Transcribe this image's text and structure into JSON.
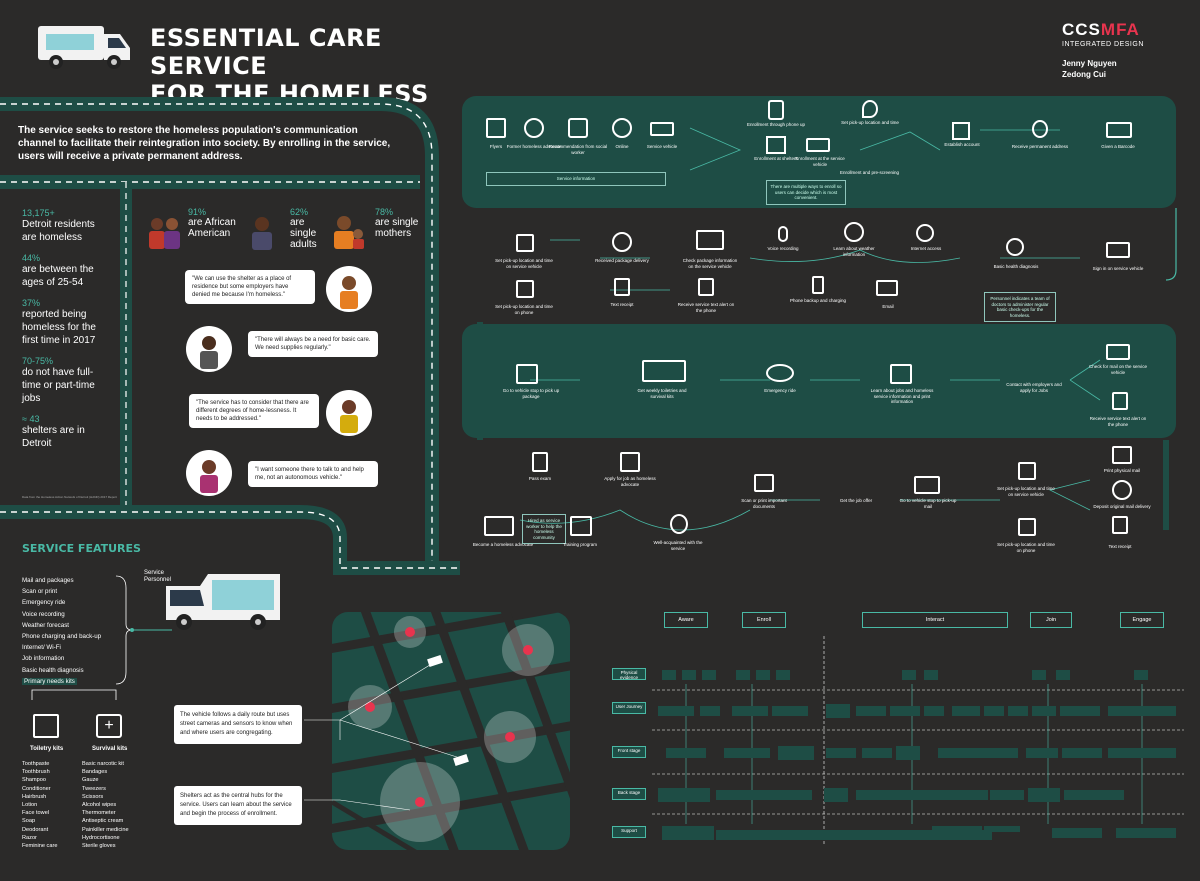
{
  "header": {
    "title_line1": "ESSENTIAL CARE SERVICE",
    "title_line2": "FOR THE HOMELESS",
    "brand_ccs": "CCS",
    "brand_mfa": "MFA",
    "brand_sub": "INTEGRATED DESIGN",
    "author1": "Jenny Nguyen",
    "author2": "Zedong Cui"
  },
  "intro": "The service seeks to restore the homeless population's communication channel to facilitate their reintegration into society. By enrolling in the service, users will receive a private permanent address.",
  "stats": [
    {
      "num": "13,175+",
      "text": "Detroit residents are homeless"
    },
    {
      "num": "44%",
      "text": "are between the ages of 25-54"
    },
    {
      "num": "37%",
      "text": "reported being homeless for the first time in 2017"
    },
    {
      "num": "70-75%",
      "text": "do not have full-time or part-time jobs"
    },
    {
      "num": "≈ 43",
      "text": "shelters are in Detroit"
    }
  ],
  "stats_source": "Data from the Homeless Action Network of Detroit (HAND) 2017 Report",
  "demographics": [
    {
      "pct": "91%",
      "text": "are African American"
    },
    {
      "pct": "62%",
      "text": "are single adults"
    },
    {
      "pct": "78%",
      "text": "are single mothers"
    }
  ],
  "quotes": [
    "\"We can use the shelter as a place of residence but some employers have denied me because I'm homeless.\"",
    "\"There will always be a need for basic care. We need supplies regularly.\"",
    "\"The service has to consider that there are different degrees of home-lessness. It needs to be addressed.\"",
    "\"I want someone there to talk to and help me, not an autonomous vehicle.\""
  ],
  "journey": {
    "row1": [
      "Flyers",
      "Former homeless advocate",
      "Recommendation from social worker",
      "Online",
      "Service vehicle",
      "Enrollment through phone up",
      "Enrollment at shelters",
      "Enrollment at the service vehicle",
      "Set pick-up location and time",
      "Establish account",
      "Receive permanent address",
      "Given a Barcode"
    ],
    "row1_info": "Service information",
    "row1_enroll": "Enrollment and pre-screening",
    "row1_note": "There are multiple ways to enroll so users can decide which is most convenient.",
    "row2": [
      "Set pick-up location and time on service vehicle",
      "Received package delivery",
      "Check package information on the service vehicle",
      "Voice recording",
      "Learn about weather information",
      "Internet access",
      "Basic health diagnosis",
      "Sign in on service vehicle",
      "Set pick-up location and time on phone",
      "Text receipt",
      "Receive service text alert on the phone",
      "Phone backup and charging",
      "Email"
    ],
    "row2_note": "Personnel indicates a team of doctors to administer regular basic check-ups for the homeless.",
    "row3": [
      "Go to vehicle stop to pick up package",
      "Get weekly toiletries and survival kits",
      "Emergency ride",
      "Learn about jobs and homeless service information and print information",
      "Contact with employers and apply for Jobs",
      "Check for mail on the service vehicle",
      "Receive service text alert on the phone"
    ],
    "row4": [
      "Pass exam",
      "Apply for job as homeless advocate",
      "Scan or print important documents",
      "Get the job offer",
      "Go to vehicle stop to pick-up mail",
      "Set pick-up location and time on service vehicle",
      "Print physical mail",
      "Deposit original mail delivery",
      "Set pick-up location and time on phone",
      "Text receipt",
      "Become a homeless advocate",
      "Training program",
      "Well-acquainted with the service"
    ],
    "row4_note": "Hired as service worker to help the homeless community"
  },
  "service_features": {
    "title": "SERVICE FEATURES",
    "personnel_label": "Service Personnel",
    "items": [
      "Mail and packages",
      "Scan or print",
      "Emergency ride",
      "Voice recording",
      "Weather forecast",
      "Phone charging and back-up",
      "Internet/ Wi-Fi",
      "Job information",
      "Basic health diagnosis",
      "Primary needs kits"
    ],
    "toiletry_title": "Toiletry kits",
    "survival_title": "Survival kits",
    "toiletry": [
      "Toothpaste",
      "Toothbrush",
      "Shampoo",
      "Conditioner",
      "Hairbrush",
      "Lotion",
      "Face towel",
      "Soap",
      "Deodorant",
      "Razor",
      "Feminine care"
    ],
    "survival": [
      "Basic narcotic kit",
      "Bandages",
      "Gauze",
      "Tweezers",
      "Scissors",
      "Alcohol wipes",
      "Thermometer",
      "Antiseptic cream",
      "Painkiller medicine",
      "Hydrocortisone",
      "Sterile gloves"
    ]
  },
  "map_notes": [
    "The vehicle follows a daily route but uses street cameras and sensors to know when and where users are congregating.",
    "Shelters act as the central hubs for the service. Users can learn about the service and begin the process of enrollment."
  ],
  "blueprint": {
    "stages": [
      "Aware",
      "Enroll",
      "Interact",
      "Join",
      "Engage"
    ],
    "rows": [
      "Physical evidence",
      "User Journey",
      "Front stage",
      "Back stage",
      "Support"
    ]
  },
  "colors": {
    "background": "#2b2a29",
    "teal_dark": "#1e4d45",
    "teal_accent": "#49b9a5",
    "brand_red": "#e8344e"
  }
}
